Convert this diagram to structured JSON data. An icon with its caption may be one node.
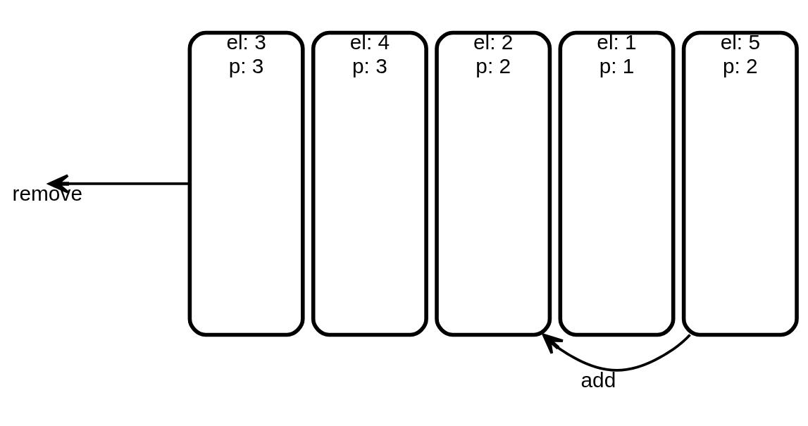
{
  "diagram": {
    "nodes": [
      {
        "text": [
          "el: 3",
          "p: 3"
        ]
      },
      {
        "text": [
          "el: 4",
          "p: 3"
        ]
      },
      {
        "text": [
          "el: 2",
          "p: 2"
        ]
      },
      {
        "text": [
          "el: 1",
          "p: 1"
        ]
      },
      {
        "text": [
          "el: 5",
          "p: 2"
        ]
      }
    ],
    "edges": [
      {
        "from": 4,
        "to": 2,
        "arrow": "to",
        "label": "add"
      },
      {
        "from": 0,
        "to": null,
        "arrow": "to",
        "label": "remove"
      }
    ]
  }
}
